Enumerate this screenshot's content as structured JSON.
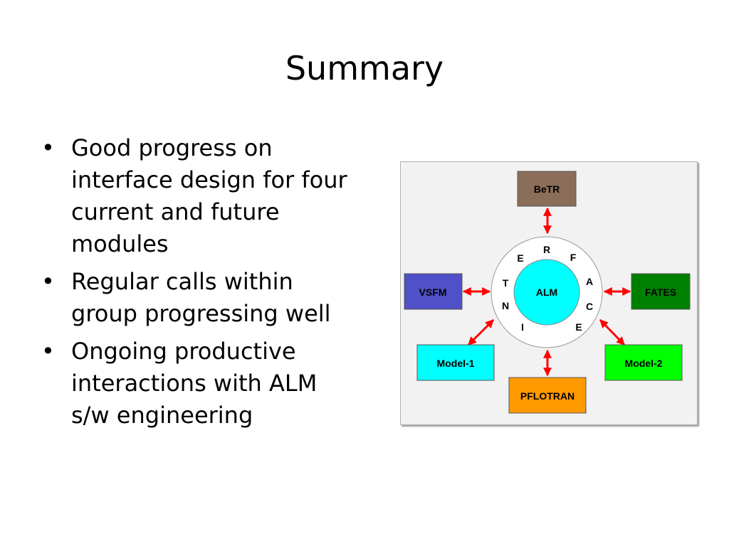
{
  "slide": {
    "title": "Summary",
    "bullets": [
      {
        "marker": "•",
        "text": "Good progress on interface design for four current and future modules"
      },
      {
        "marker": "•",
        "text": "Regular calls within group progressing well"
      },
      {
        "marker": "•",
        "text": "Ongoing productive interactions with ALM s/w engineering"
      }
    ]
  },
  "diagram": {
    "center": {
      "label": "ALM",
      "color": "#00ffff"
    },
    "ring_letters": [
      "R",
      "F",
      "A",
      "C",
      "E",
      "I",
      "N",
      "T",
      "E"
    ],
    "modules": {
      "betr": {
        "label": "BeTR",
        "color": "#8b6e5a"
      },
      "vsfm": {
        "label": "VSFM",
        "color": "#5050c8"
      },
      "fates": {
        "label": "FATES",
        "color": "#008000"
      },
      "model1": {
        "label": "Model-1",
        "color": "#00ffff"
      },
      "model2": {
        "label": "Model-2",
        "color": "#00ff00"
      },
      "pflotran": {
        "label": "PFLOTRAN",
        "color": "#ff9900"
      }
    },
    "arrow_color": "#ff0000"
  }
}
